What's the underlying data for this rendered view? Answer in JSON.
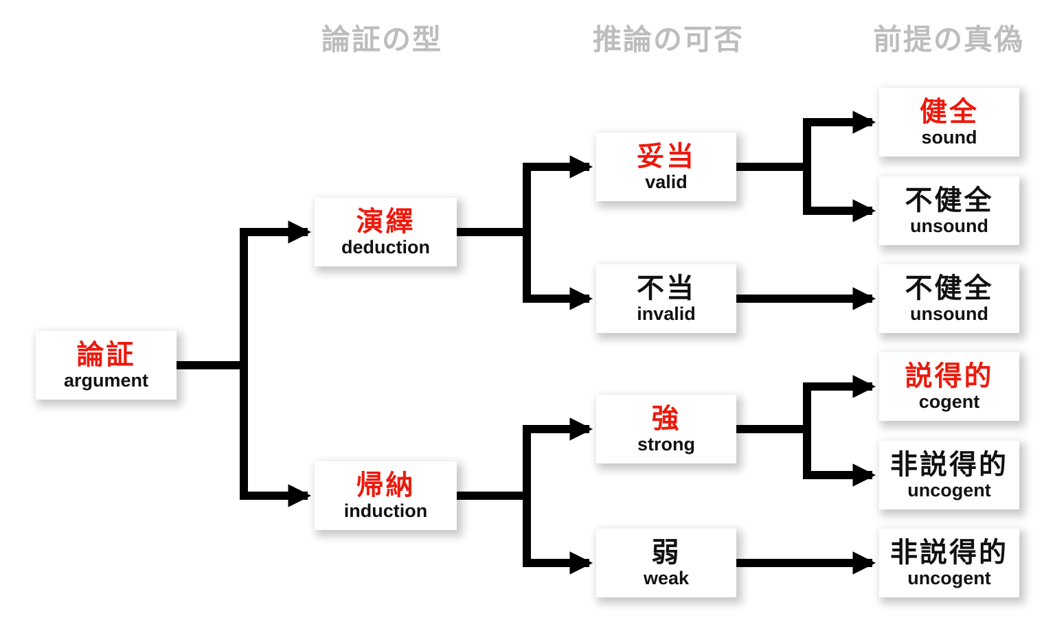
{
  "colors": {
    "accent_red": "#eb1a0d",
    "text_black": "#111111",
    "header_gray": "#bdbdbd",
    "line_black": "#000000",
    "node_bg": "#ffffff"
  },
  "column_headers": {
    "argument_type": "論証の型",
    "inference_validity": "推論の可否",
    "premise_truth": "前提の真偽"
  },
  "nodes": {
    "argument": {
      "jp": "論証",
      "en": "argument",
      "emphasized": true
    },
    "deduction": {
      "jp": "演繹",
      "en": "deduction",
      "emphasized": true
    },
    "induction": {
      "jp": "帰納",
      "en": "induction",
      "emphasized": true
    },
    "valid": {
      "jp": "妥当",
      "en": "valid",
      "emphasized": true
    },
    "invalid": {
      "jp": "不当",
      "en": "invalid",
      "emphasized": false
    },
    "strong": {
      "jp": "強",
      "en": "strong",
      "emphasized": true
    },
    "weak": {
      "jp": "弱",
      "en": "weak",
      "emphasized": false
    },
    "sound": {
      "jp": "健全",
      "en": "sound",
      "emphasized": true
    },
    "unsound_a": {
      "jp": "不健全",
      "en": "unsound",
      "emphasized": false
    },
    "unsound_b": {
      "jp": "不健全",
      "en": "unsound",
      "emphasized": false
    },
    "cogent": {
      "jp": "説得的",
      "en": "cogent",
      "emphasized": true
    },
    "uncogent_a": {
      "jp": "非説得的",
      "en": "uncogent",
      "emphasized": false
    },
    "uncogent_b": {
      "jp": "非説得的",
      "en": "uncogent",
      "emphasized": false
    }
  },
  "edges": [
    [
      "argument",
      "deduction"
    ],
    [
      "argument",
      "induction"
    ],
    [
      "deduction",
      "valid"
    ],
    [
      "deduction",
      "invalid"
    ],
    [
      "induction",
      "strong"
    ],
    [
      "induction",
      "weak"
    ],
    [
      "valid",
      "sound"
    ],
    [
      "valid",
      "unsound_a"
    ],
    [
      "invalid",
      "unsound_b"
    ],
    [
      "strong",
      "cogent"
    ],
    [
      "strong",
      "uncogent_a"
    ],
    [
      "weak",
      "uncogent_b"
    ]
  ]
}
